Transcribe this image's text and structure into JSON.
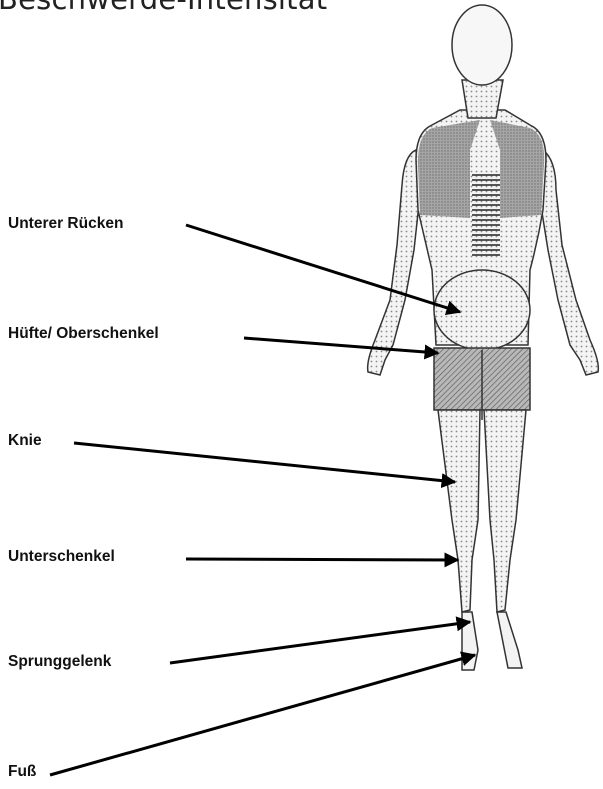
{
  "title": "Beschwerde-Intensität",
  "labels": {
    "lower_back": "Unterer Rücken",
    "hip_thigh": "Hüfte/ Oberschenkel",
    "knee": "Knie",
    "lower_leg": "Unterschenkel",
    "ankle": "Sprunggelenk",
    "foot": "Fuß"
  },
  "colors": {
    "arrow": "#000000",
    "shading": "#8f8f8f",
    "outline": "#333333"
  }
}
